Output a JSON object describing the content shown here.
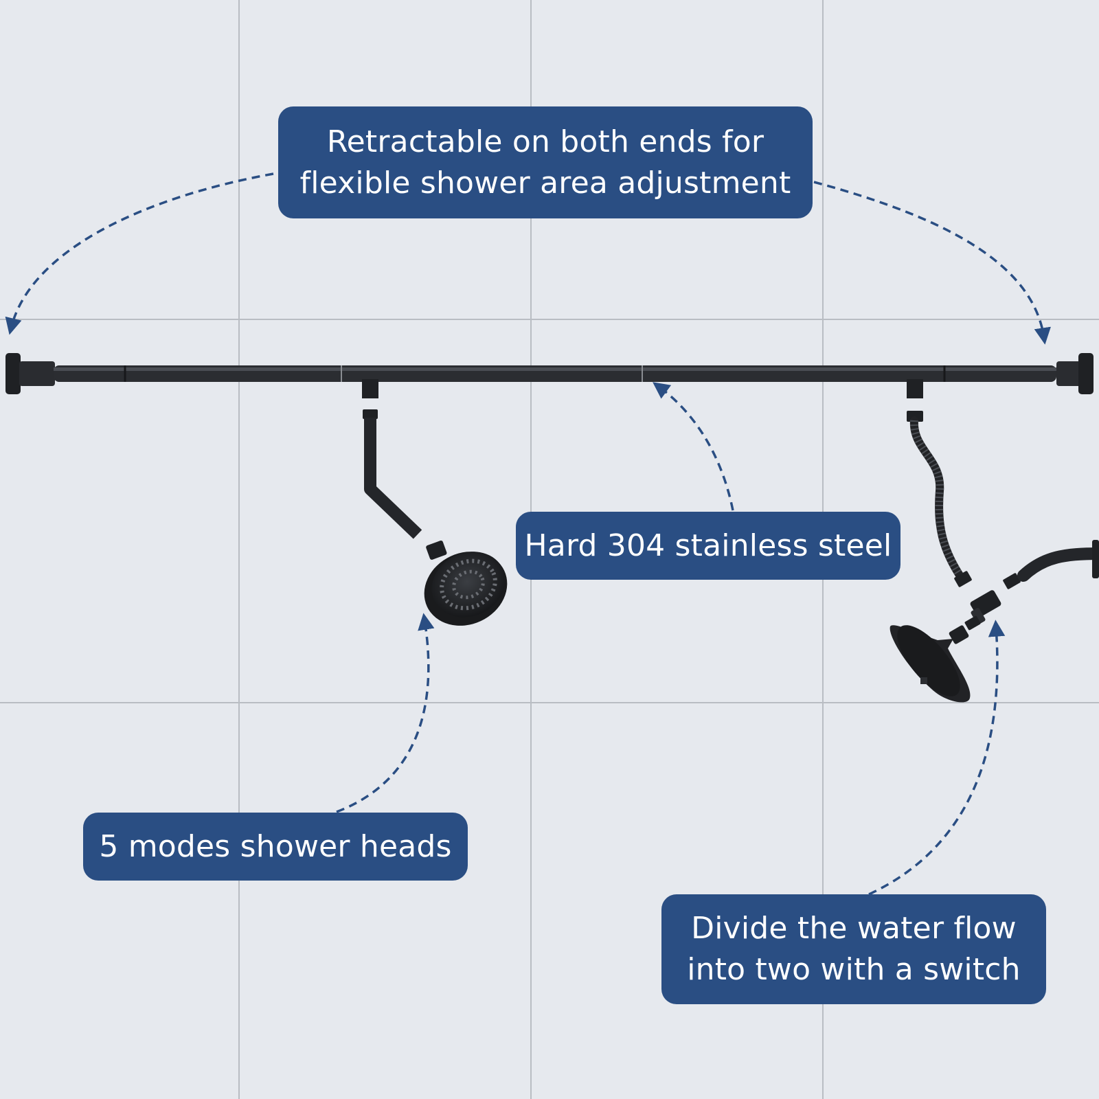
{
  "colors": {
    "background": "#e6e9ee",
    "grid_line": "#b9bdc3",
    "callout_fill": "#2a4e83",
    "callout_text": "#ffffff",
    "arrow": "#2a4e83",
    "metal": "#1f2124"
  },
  "callouts": {
    "retractable": {
      "line1": "Retractable on both ends for",
      "line2": "flexible shower area adjustment"
    },
    "steel": {
      "text": "Hard 304 stainless steel"
    },
    "shower_heads": {
      "text": "5 modes shower heads"
    },
    "divide": {
      "line1": "Divide the water flow",
      "line2": "into two with a switch"
    }
  },
  "icons": {
    "rod": "telescopic-rod-icon",
    "left_head": "round-shower-head-icon",
    "right_head": "flared-shower-head-icon",
    "hose": "flexible-hose-icon",
    "diverter": "diverter-valve-icon"
  }
}
